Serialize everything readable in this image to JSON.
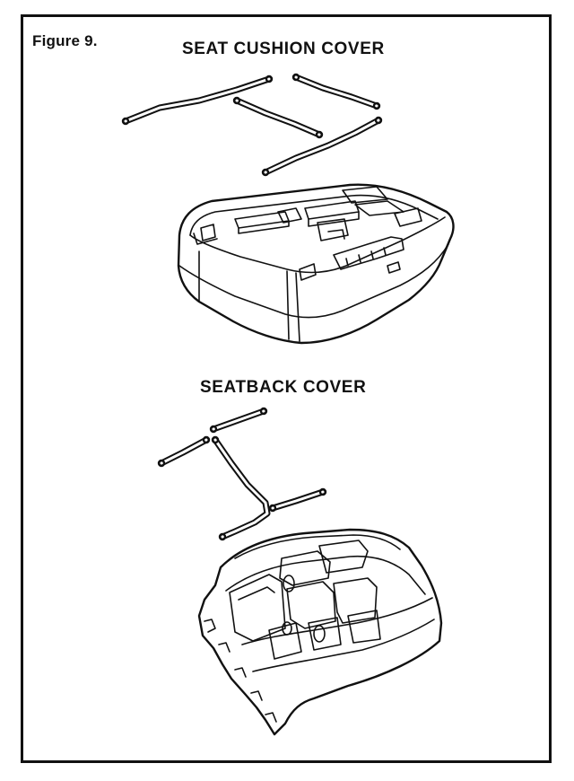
{
  "figure": {
    "label": "Figure 9.",
    "sections": [
      {
        "title": "SEAT CUSHION COVER",
        "parts": [
          "retainer-rods",
          "seat-cushion"
        ]
      },
      {
        "title": "SEATBACK COVER",
        "parts": [
          "retainer-rods",
          "seatback"
        ]
      }
    ]
  },
  "style": {
    "ink": "#111111",
    "paper": "#ffffff"
  }
}
